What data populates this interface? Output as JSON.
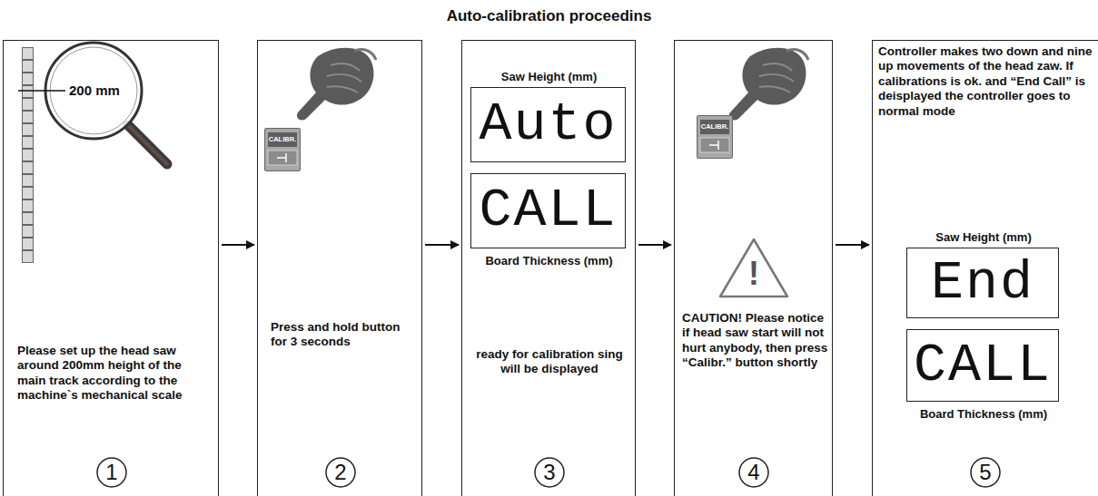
{
  "diagram": {
    "title": "Auto-calibration proceedins",
    "nodes": [
      {
        "text": [
          "Please set up the head saw around 200mm height of the main track according to the machine`s mechanical scale"
        ]
      },
      {
        "text": [
          "1"
        ],
        "in": 0
      },
      {
        "text": [
          "Press and hold button for 3 seconds"
        ]
      },
      {
        "text": [
          "CALIBR."
        ],
        "in": 2
      },
      {
        "text": [
          "2"
        ],
        "in": 2
      },
      {
        "text": [
          "ready for calibration sing will be displayed"
        ]
      },
      {
        "text": [
          "Saw Height (mm)",
          "Auto"
        ],
        "in": 5
      },
      {
        "text": [
          "CALL",
          "Board Thickness (mm)"
        ],
        "in": 5
      },
      {
        "text": [
          "3"
        ],
        "in": 5
      },
      {
        "text": [
          "CAUTION! Please notice if head saw start will not hurt anybody, then press “Calibr.” button shortly"
        ]
      },
      {
        "text": [
          "CALIBR."
        ],
        "in": 9
      },
      {
        "text": [
          "4"
        ],
        "in": 9
      },
      {
        "text": [
          "Controller makes two down and nine up movements of the head zaw. If calibrations is ok. and “End Call” is deisplayed the controller goes to normal mode"
        ]
      },
      {
        "text": [
          "Saw Height (mm)",
          "End"
        ],
        "in": 12
      },
      {
        "text": [
          "CALL",
          "Board Thickness (mm)"
        ],
        "in": 12
      },
      {
        "text": [
          "5"
        ],
        "in": 12
      }
    ],
    "edges": [
      {
        "from": 0,
        "to": 2,
        "arrow": "to"
      },
      {
        "from": 2,
        "to": 5,
        "arrow": "to"
      },
      {
        "from": 5,
        "to": 9,
        "arrow": "to"
      },
      {
        "from": 9,
        "to": 12,
        "arrow": "to"
      }
    ],
    "labels": [
      "200 mm",
      "!"
    ]
  }
}
